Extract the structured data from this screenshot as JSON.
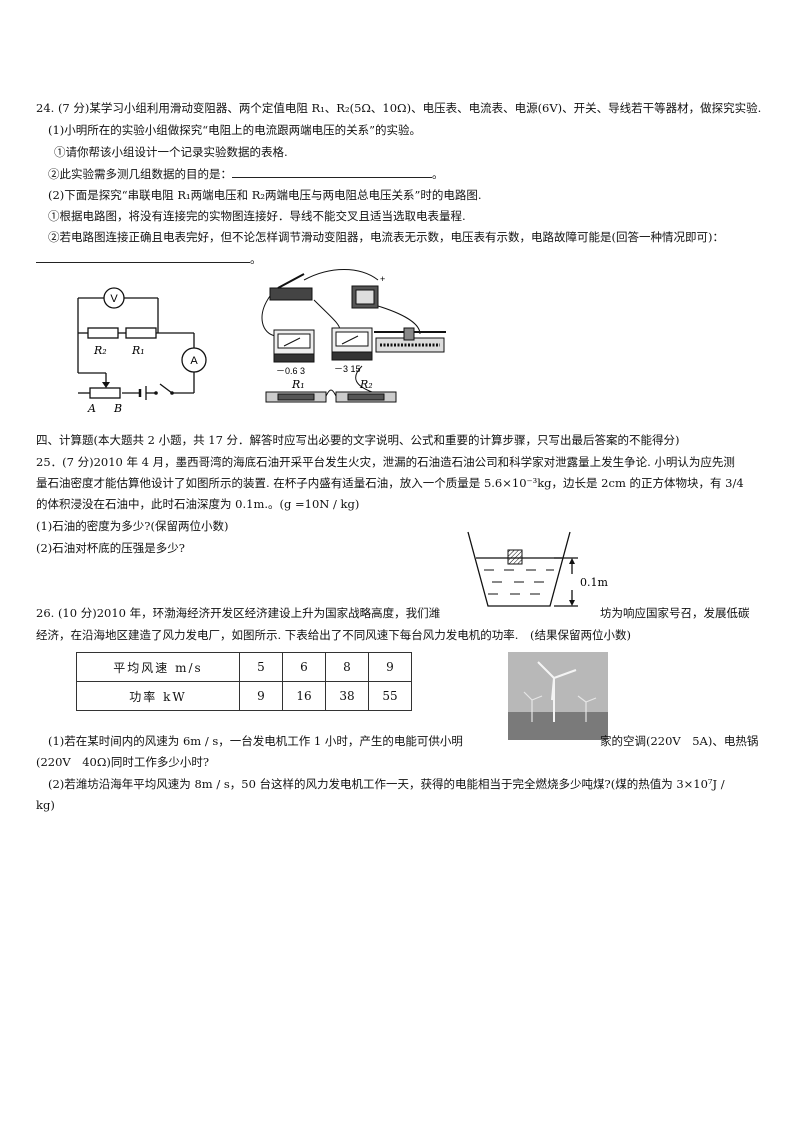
{
  "q24": {
    "stem": "24. (7 分)某学习小组利用滑动变阻器、两个定值电阻 R₁、R₂(5Ω、10Ω)、电压表、电流表、电源(6V)、开关、导线若干等器材，做探究实验.",
    "p1": "(1)小明所在的实验小组做探究“电阻上的电流跟两端电压的关系”的实验。",
    "p1a": "①请你帮该小组设计一个记录实验数据的表格.",
    "p1b": "②此实验需多测几组数据的目的是：",
    "p1b_end": "。",
    "p2": "(2)下面是探究“串联电阻 R₁两端电压和 R₂两端电压与两电阻总电压关系”时的电路图.",
    "p2a": "①根据电路图，将没有连接完的实物图连接好．导线不能交叉且适当选取电表量程.",
    "p2b": "②若电路图连接正确且电表完好，但不论怎样调节滑动变阻器，电流表无示数，电压表有示数，电路故障可能是(回答一种情况即可)：",
    "p2b_end": "。",
    "circuit": {
      "v": "V",
      "a": "A",
      "r2": "R₂",
      "r1": "R₁",
      "pa": "A",
      "pb": "B"
    },
    "physical": {
      "amm": "－0.6  3",
      "volt": "－3 15",
      "r1": "R₁",
      "r2": "R₂",
      "plus": "+"
    }
  },
  "section4": "四、计算题(本大题共 2 小题，共 17 分．解答时应写出必要的文字说明、公式和重要的计算步骤，只写出最后答案的不能得分)",
  "q25": {
    "l1": "25．(7 分)2010 年 4 月，墨西哥湾的海底石油开采平台发生火灾，泄漏的石油造石油公司和科学家对泄露量上发生争论. 小明认为应先测",
    "l2": "量石油密度才能估算他设计了如图所示的装置. 在杯子内盛有适量石油，放入一个质量是 5.6×10⁻³kg，边长是 2cm 的正方体物块，有 3/4",
    "l3": "的体积浸没在石油中，此时石油深度为 0.1m.。(g =10N / kg)",
    "q1": "(1)石油的密度为多少?(保留两位小数)",
    "q2": "(2)石油对杯底的压强是多少?",
    "depth": "0.1m"
  },
  "q26": {
    "l1a": "26. (10 分)2010 年，环渤海经济开发区经济建设上升为国家战略高度，我们潍",
    "l1b": "坊为响应国家号召，发展低碳",
    "l2": "经济，在沿海地区建造了风力发电厂，如图所示. 下表给出了不同风速下每台风力发电机的功率.　(结果保留两位小数)",
    "table": {
      "row1_label": "平均风速 m/s",
      "row1": [
        "5",
        "6",
        "8",
        "9"
      ],
      "row2_label": "功率 kW",
      "row2": [
        "9",
        "16",
        "38",
        "55"
      ]
    },
    "s1a": "(1)若在某时间内的风速为 6m / s，一台发电机工作 1 小时，产生的电能可供小明",
    "s1b": "家的空调(220V　5A)、电热锅",
    "s1c": "(220V　40Ω)同时工作多少小时?",
    "s2a": "(2)若潍坊沿海年平均风速为 8m / s，50 台这样的风力发电机工作一天，获得的电能相当于完全燃烧多少吨煤?(煤的热值为 3×10⁷J /",
    "s2b": "kg)"
  }
}
